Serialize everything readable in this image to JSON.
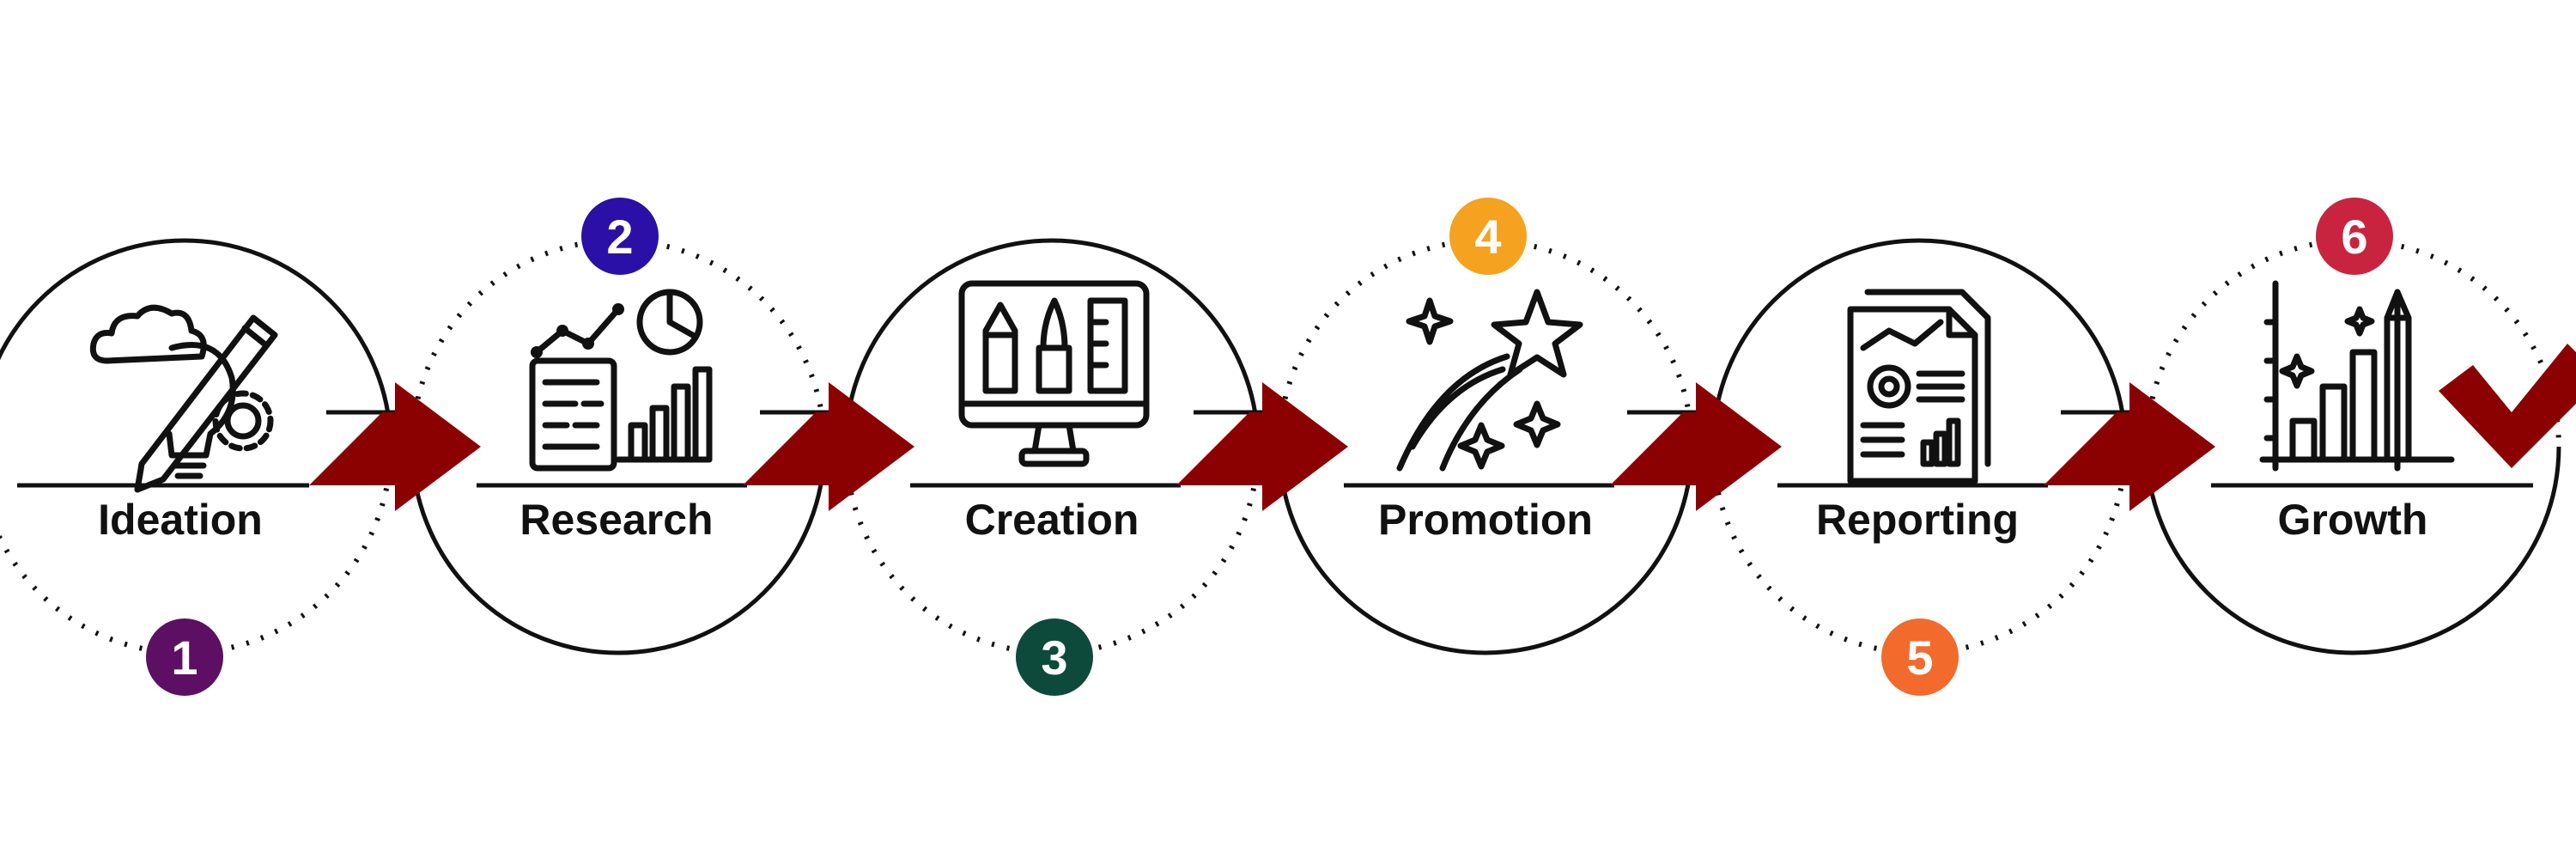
{
  "stages": [
    {
      "number": "1",
      "label": "Ideation",
      "badge_color": "#5d0f63",
      "icon": "idea-lightbulb-pencil-gear-icon"
    },
    {
      "number": "2",
      "label": "Research",
      "badge_color": "#2a10a6",
      "icon": "research-document-chart-icon"
    },
    {
      "number": "3",
      "label": "Creation",
      "badge_color": "#0d4a3c",
      "icon": "design-monitor-tools-icon"
    },
    {
      "number": "4",
      "label": "Promotion",
      "badge_color": "#f4a21f",
      "icon": "shooting-star-icon"
    },
    {
      "number": "5",
      "label": "Reporting",
      "badge_color": "#f26a2c",
      "icon": "report-document-icon"
    },
    {
      "number": "6",
      "label": "Growth",
      "badge_color": "#c9243f",
      "icon": "growth-bar-chart-icon"
    }
  ],
  "colors": {
    "arrow": "#8b0000",
    "line": "#111111",
    "background": "#ffffff"
  },
  "end_icon": "checkmark-icon"
}
